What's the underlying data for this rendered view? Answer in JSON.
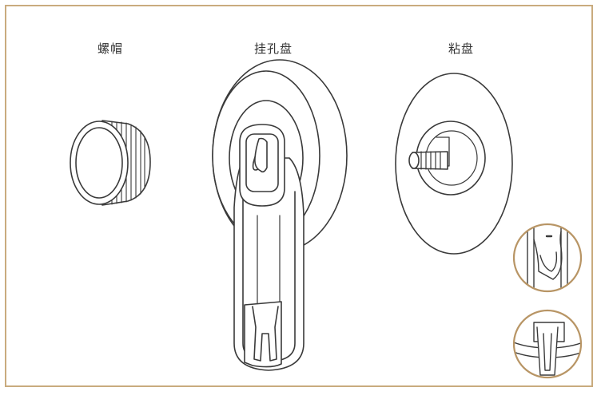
{
  "labels": {
    "screw_cap": "螺帽",
    "hook_plate": "挂孔盘",
    "adhesive_pad": "粘盘"
  },
  "colors": {
    "frame": "#c9ab7e",
    "stroke": "#3a3a3a",
    "fill": "#ffffff",
    "detail_ring": "#b89565"
  }
}
